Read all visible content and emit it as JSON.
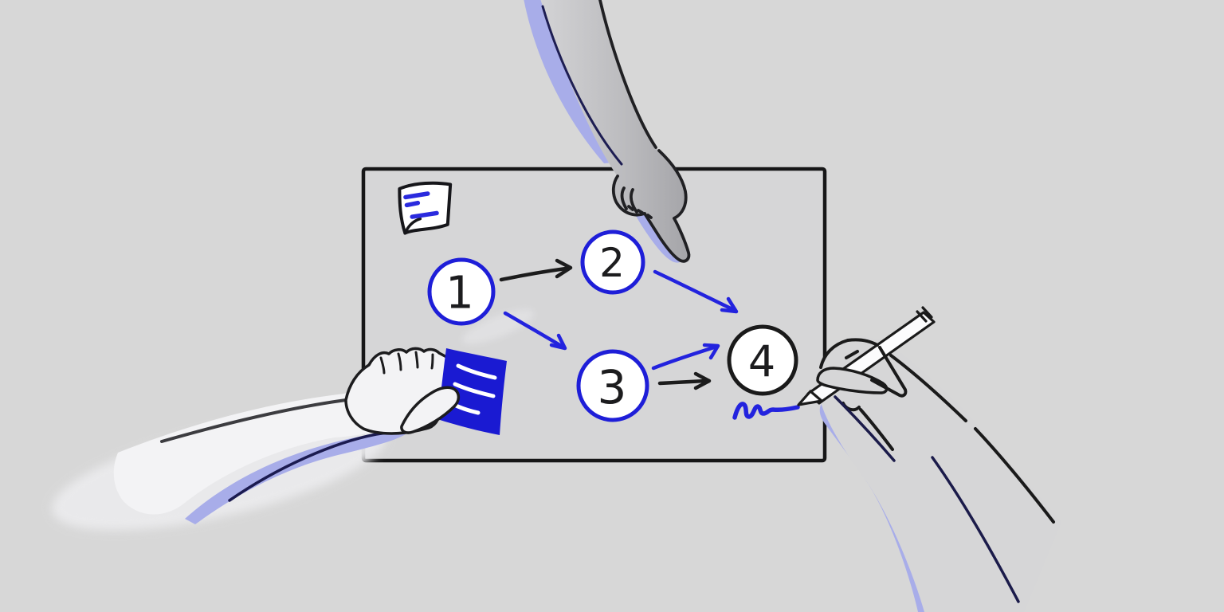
{
  "illustration": {
    "description": "Hand-drawn illustration of three hands collaborating on a whiteboard flowchart: one hand points at step 2, one hand places a blue sticky note, one hand draws a blue scribble with a pen.",
    "whiteboard": {
      "shape": "rectangle",
      "white_note_line_count": 3,
      "blue_note_line_count": 3
    },
    "nodes": [
      {
        "id": "1",
        "label": "1",
        "border_color": "#1e1ed8"
      },
      {
        "id": "2",
        "label": "2",
        "border_color": "#1e1ed8"
      },
      {
        "id": "3",
        "label": "3",
        "border_color": "#1e1ed8"
      },
      {
        "id": "4",
        "label": "4",
        "border_color": "#1a1a1a"
      }
    ],
    "edges": [
      {
        "from": "1",
        "to": "2",
        "color": "#1c1c1c"
      },
      {
        "from": "1",
        "to": "3",
        "color": "#2323de"
      },
      {
        "from": "2",
        "to": "4",
        "color": "#2323de"
      },
      {
        "from": "3",
        "to": "4",
        "color": "#2323de"
      },
      {
        "from": "3",
        "to": "4",
        "color": "#1c1c1c"
      }
    ],
    "objects": [
      "white-sticky-note",
      "blue-sticky-note",
      "pointing-hand",
      "note-placing-hand",
      "writing-hand",
      "pen",
      "blue-scribble"
    ],
    "colors": {
      "background": "#d7d7d7",
      "board_fill": "#d6d6d7",
      "ink_black": "#1c1c1c",
      "accent_blue": "#2323de",
      "sticky_note_blue": "#1a1ad2",
      "shadow_periwinkle": "#a8ade9",
      "shadow_navy": "#1c1c4e",
      "arm_gray": "#ababae",
      "hand_white": "#f3f3f5"
    }
  }
}
